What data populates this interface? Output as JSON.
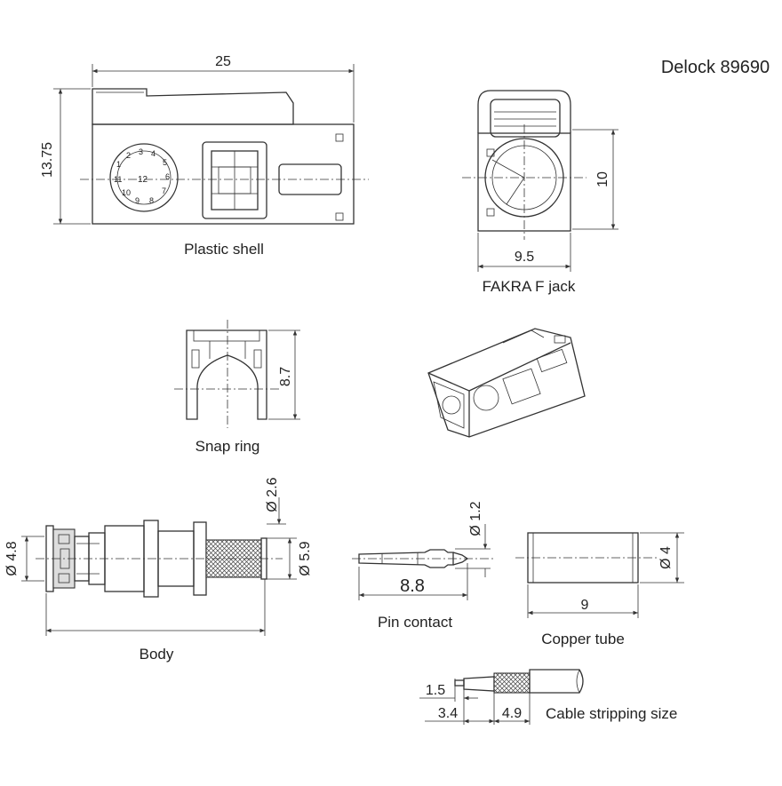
{
  "title": "Delock 89690",
  "labels": {
    "plastic_shell": "Plastic shell",
    "fakra_jack": "FAKRA F jack",
    "snap_ring": "Snap ring",
    "body": "Body",
    "pin_contact": "Pin contact",
    "copper_tube": "Copper tube",
    "cable_stripping": "Cable stripping size"
  },
  "dimensions": {
    "shell_length": "25",
    "shell_height": "13.75",
    "jack_height": "10",
    "jack_width": "9.5",
    "snap_ring_height": "8.7",
    "body_d_small": "Ø 2.6",
    "body_d_crimp": "Ø 5.9",
    "body_d_front": "Ø 4.8",
    "pin_d": "Ø 1.2",
    "pin_length": "8.8",
    "tube_d": "Ø 4",
    "tube_length": "9",
    "strip_1": "1.5",
    "strip_2": "3.4",
    "strip_3": "4.9"
  }
}
